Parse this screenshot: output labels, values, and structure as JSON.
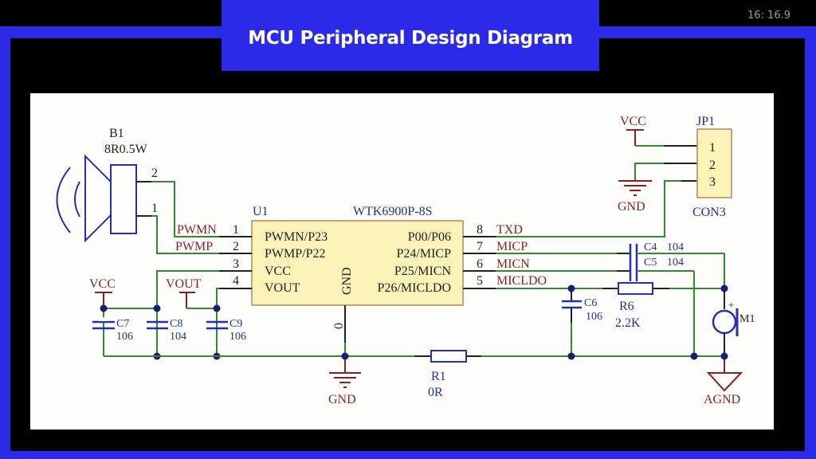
{
  "header": {
    "title": "MCU Peripheral Design Diagram",
    "timestamp": "16: 16.9"
  },
  "colors": {
    "frame": "#2a2ae8",
    "wire": "#2e8b2e",
    "component": "#2430b0",
    "net_label": "#8a1f1f",
    "ic_fill": "#fbf3b8",
    "junction": "#1a1a7a"
  },
  "schematic": {
    "speaker": {
      "ref": "B1",
      "value": "8R0.5W",
      "pin2": "2",
      "pin1": "1"
    },
    "ic": {
      "ref": "U1",
      "part": "WTK6900P-8S",
      "gnd_label": "GND",
      "gnd_pin": "0",
      "left_pins": [
        {
          "num": "1",
          "name": "PWMN/P23",
          "net": "PWMN"
        },
        {
          "num": "2",
          "name": "PWMP/P22",
          "net": "PWMP"
        },
        {
          "num": "3",
          "name": "VCC",
          "net": ""
        },
        {
          "num": "4",
          "name": "VOUT",
          "net": ""
        }
      ],
      "right_pins": [
        {
          "num": "8",
          "name": "P00/P06",
          "net": "TXD"
        },
        {
          "num": "7",
          "name": "P24/MICP",
          "net": "MICP"
        },
        {
          "num": "6",
          "name": "P25/MICN",
          "net": "MICN"
        },
        {
          "num": "5",
          "name": "P26/MICLDO",
          "net": "MICLDO"
        }
      ]
    },
    "connector": {
      "ref": "JP1",
      "value": "CON3",
      "pins": [
        "1",
        "2",
        "3"
      ],
      "vcc": "VCC",
      "gnd": "GND"
    },
    "capacitors": [
      {
        "ref": "C7",
        "value": "106"
      },
      {
        "ref": "C8",
        "value": "104"
      },
      {
        "ref": "C9",
        "value": "106"
      },
      {
        "ref": "C6",
        "value": "106"
      },
      {
        "ref": "C4",
        "value": "104"
      },
      {
        "ref": "C5",
        "value": "104"
      }
    ],
    "resistors": [
      {
        "ref": "R6",
        "value": "2.2K"
      },
      {
        "ref": "R1",
        "value": "0R"
      }
    ],
    "microphone": {
      "ref": "M1",
      "polarity": "+"
    },
    "power_labels": {
      "vcc_left": "VCC",
      "vout": "VOUT",
      "gnd_bottom": "GND",
      "agnd": "AGND"
    }
  }
}
